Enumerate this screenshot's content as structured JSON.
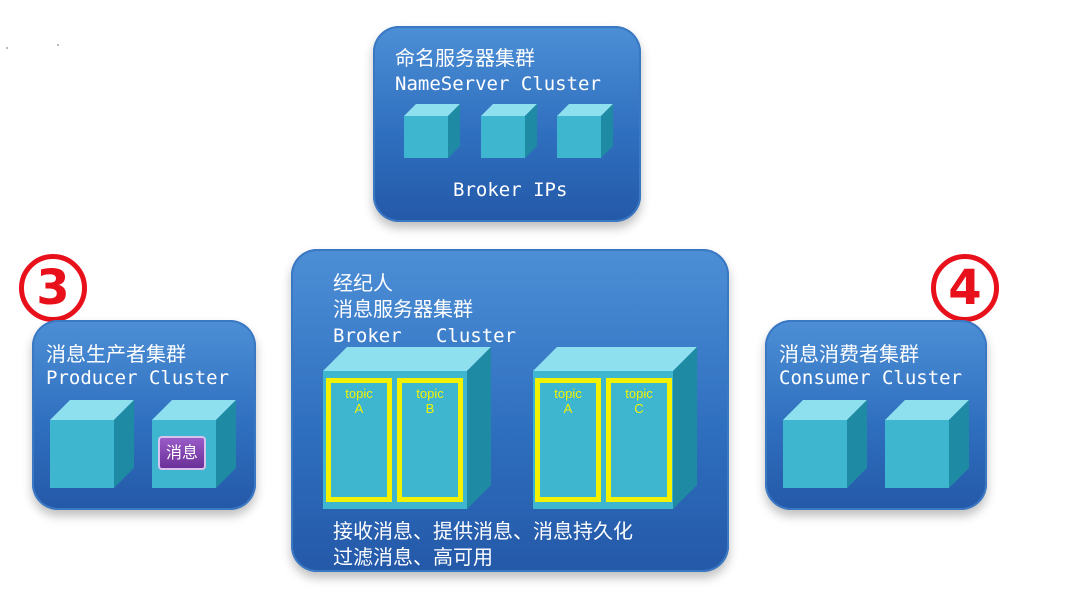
{
  "nameserver": {
    "title_cn": "命名服务器集群",
    "title_en": "NameServer Cluster",
    "caption": "Broker IPs"
  },
  "broker": {
    "title_cn_1": "经纪人",
    "title_cn_2": "消息服务器集群",
    "title_en": "Broker   Cluster",
    "topics": [
      {
        "line1": "topic",
        "line2": "A"
      },
      {
        "line1": "topic",
        "line2": "B"
      },
      {
        "line1": "topic",
        "line2": "A"
      },
      {
        "line1": "topic",
        "line2": "C"
      }
    ],
    "desc_1": "接收消息、提供消息、消息持久化",
    "desc_2": "过滤消息、高可用"
  },
  "producer": {
    "title_cn": "消息生产者集群",
    "title_en": "Producer Cluster",
    "message_label": "消息"
  },
  "consumer": {
    "title_cn": "消息消费者集群",
    "title_en": "Consumer Cluster"
  },
  "badges": {
    "producer": "3",
    "consumer": "4"
  },
  "colors": {
    "panel": "#2f6fbf",
    "cube": "#3fb6cf",
    "topic_border": "#f2f200",
    "badge": "#e8101a",
    "message": "#7b3aa8"
  }
}
